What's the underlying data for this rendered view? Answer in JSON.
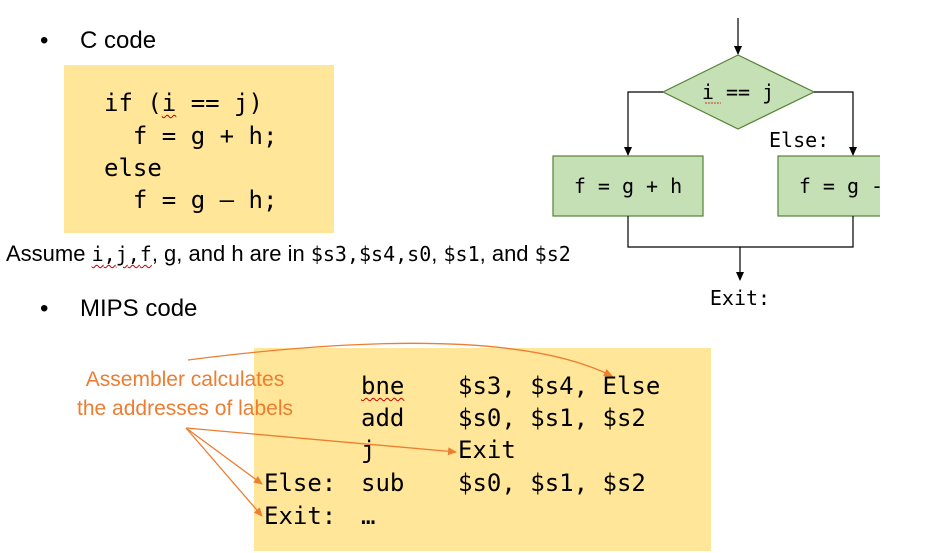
{
  "bullets": {
    "c_code": {
      "marker": "•",
      "label": "C code"
    },
    "mips_code": {
      "marker": "•",
      "label": "MIPS code"
    }
  },
  "c_code_lines": [
    "if (i == j)",
    "  f = g + h;",
    "else",
    "  f = g – h;"
  ],
  "assume": {
    "prefix": "Assume ",
    "vars_i": "i",
    "vars_j": "j",
    "vars_f": "f",
    "vars_rest": ", g, and h are in ",
    "regs": "$s3,$s4,s0",
    "regs_mid": ", ",
    "reg_s1": "$s1",
    "and": ", and ",
    "reg_s2": "$s2"
  },
  "flowchart": {
    "condition": "i == j",
    "else_label": "Else:",
    "then_box": "f = g + h",
    "else_box": "f = g - h",
    "exit_label": "Exit:",
    "colors": {
      "fill": "#C5E0B4",
      "stroke": "#548235"
    }
  },
  "mips": {
    "lines": [
      {
        "label": "",
        "op": "bne",
        "args": "$s3, $s4, Else"
      },
      {
        "label": "",
        "op": "add",
        "args": "$s0, $s1, $s2"
      },
      {
        "label": "",
        "op": "j",
        "args": "Exit"
      },
      {
        "label": "Else:",
        "op": "sub",
        "args": "$s0, $s1, $s2"
      },
      {
        "label": "Exit:",
        "op": "…",
        "args": ""
      }
    ]
  },
  "annotation": {
    "line1": "Assembler calculates",
    "line2": "the addresses of labels",
    "color": "#ED7D31"
  },
  "colors": {
    "code_bg": "#FFE699"
  }
}
